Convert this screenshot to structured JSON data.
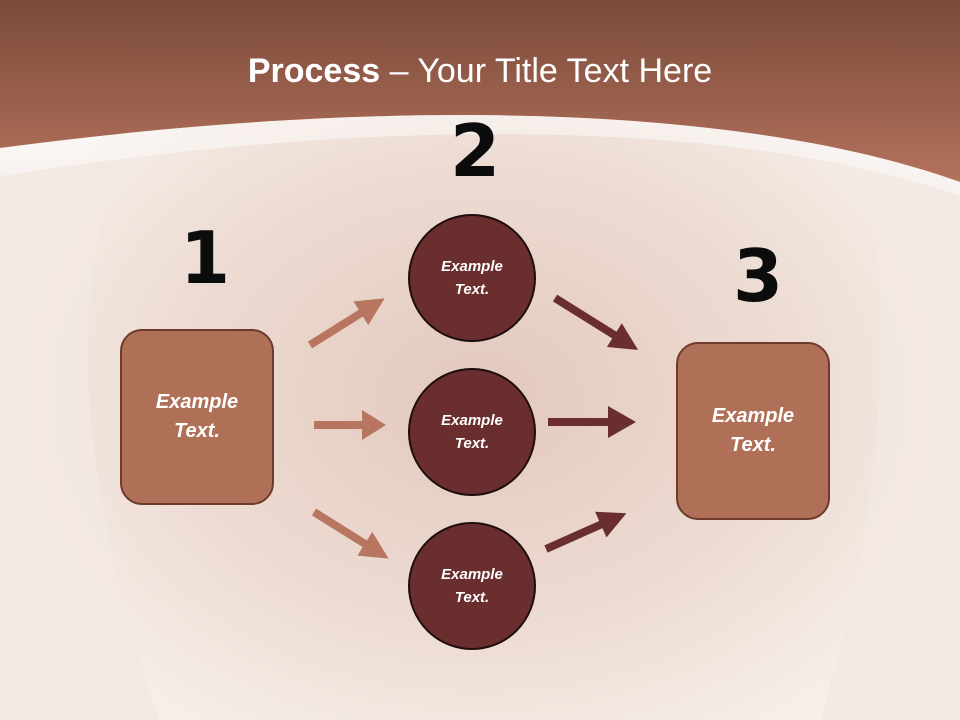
{
  "title": {
    "bold": "Process",
    "rest": " – Your Title Text Here"
  },
  "steps": [
    {
      "number": "1",
      "label": "Example\nText."
    },
    {
      "number": "2",
      "items": [
        "Example\nText.",
        "Example\nText.",
        "Example\nText."
      ]
    },
    {
      "number": "3",
      "label": "Example\nText."
    }
  ],
  "colors": {
    "header_band": "#a96a55",
    "box_fill": "#b07058",
    "circle_fill": "#6b2e2e",
    "arrow_in": "#b87560",
    "arrow_out": "#6a2e2e",
    "number_text": "#0c0c0c"
  }
}
